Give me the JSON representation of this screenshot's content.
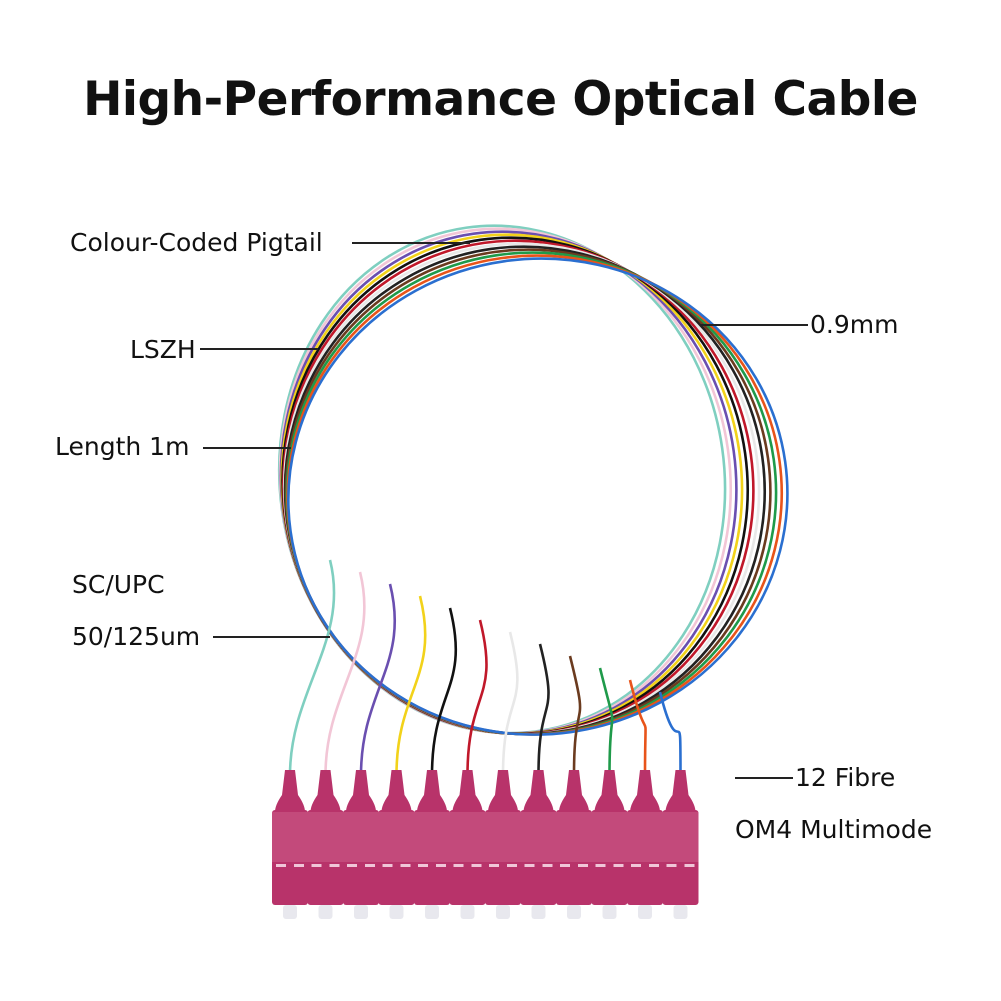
{
  "title": "High-Performance Optical Cable",
  "labels": {
    "pigtail": "Colour-Coded Pigtail",
    "lszh": "LSZH",
    "length": "Length 1m",
    "connector": "SC/UPC",
    "core": "50/125um",
    "diameter": "0.9mm",
    "count": "12 Fibre",
    "mode": "OM4 Multimode"
  },
  "colors": {
    "connector": "#b8336a",
    "fibres": [
      "#7fcfc0",
      "#f2c6d6",
      "#6a4fb0",
      "#f2d21a",
      "#111111",
      "#c0182a",
      "#e8e8e8",
      "#222222",
      "#6b3b1f",
      "#1f9a4a",
      "#e8541a",
      "#2a6fd0"
    ]
  }
}
